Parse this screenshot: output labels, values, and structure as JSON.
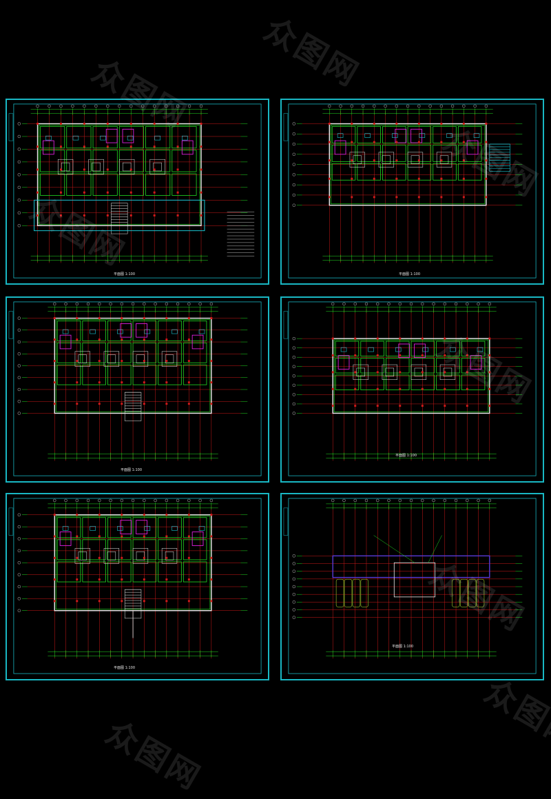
{
  "watermark": "众图网",
  "colors": {
    "background": "#000000",
    "frame": "#19b8c4",
    "axis_red": "#d11a1a",
    "wall_green": "#22e022",
    "wall_white": "#f0f0f0",
    "magenta": "#e020e0",
    "cyan": "#19c8d6",
    "purple": "#5a3ad8",
    "olive": "#7a9a20"
  },
  "sheets": [
    {
      "id": "plan-1",
      "title": "平面图",
      "scale": "1:100"
    },
    {
      "id": "plan-2",
      "title": "平面图",
      "scale": "1:100"
    },
    {
      "id": "plan-3",
      "title": "平面图",
      "scale": "1:100"
    },
    {
      "id": "plan-4",
      "title": "平面图",
      "scale": "1:100"
    },
    {
      "id": "plan-5",
      "title": "平面图",
      "scale": "1:100"
    },
    {
      "id": "plan-6",
      "title": "平面图",
      "scale": "1:100"
    }
  ]
}
